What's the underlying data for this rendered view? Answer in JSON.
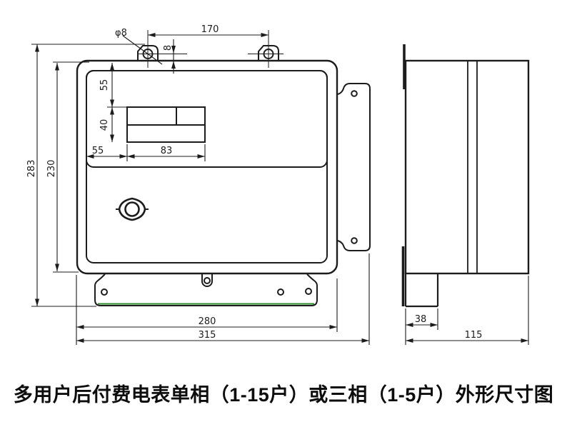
{
  "caption": {
    "text": "多用户后付费电表单相（1-15户）或三相（1-5户）外形尺寸图"
  },
  "colors": {
    "line": "#1c1c1c",
    "gasket_green": "#2e8b2e",
    "background": "#ffffff"
  },
  "front_view": {
    "name": "meter-box-front-outline",
    "dims": {
      "hole_dia": "φ8",
      "ear_spacing": "170",
      "hole_offset": "8",
      "window_top_offset": "55",
      "window_height": "40",
      "window_left_offset": "55",
      "window_width": "83",
      "overall_height": "283",
      "body_height": "230",
      "body_width": "280",
      "overall_width": "315"
    }
  },
  "side_view": {
    "name": "meter-box-side-outline",
    "dims": {
      "foot_depth": "38",
      "overall_depth": "115"
    }
  }
}
